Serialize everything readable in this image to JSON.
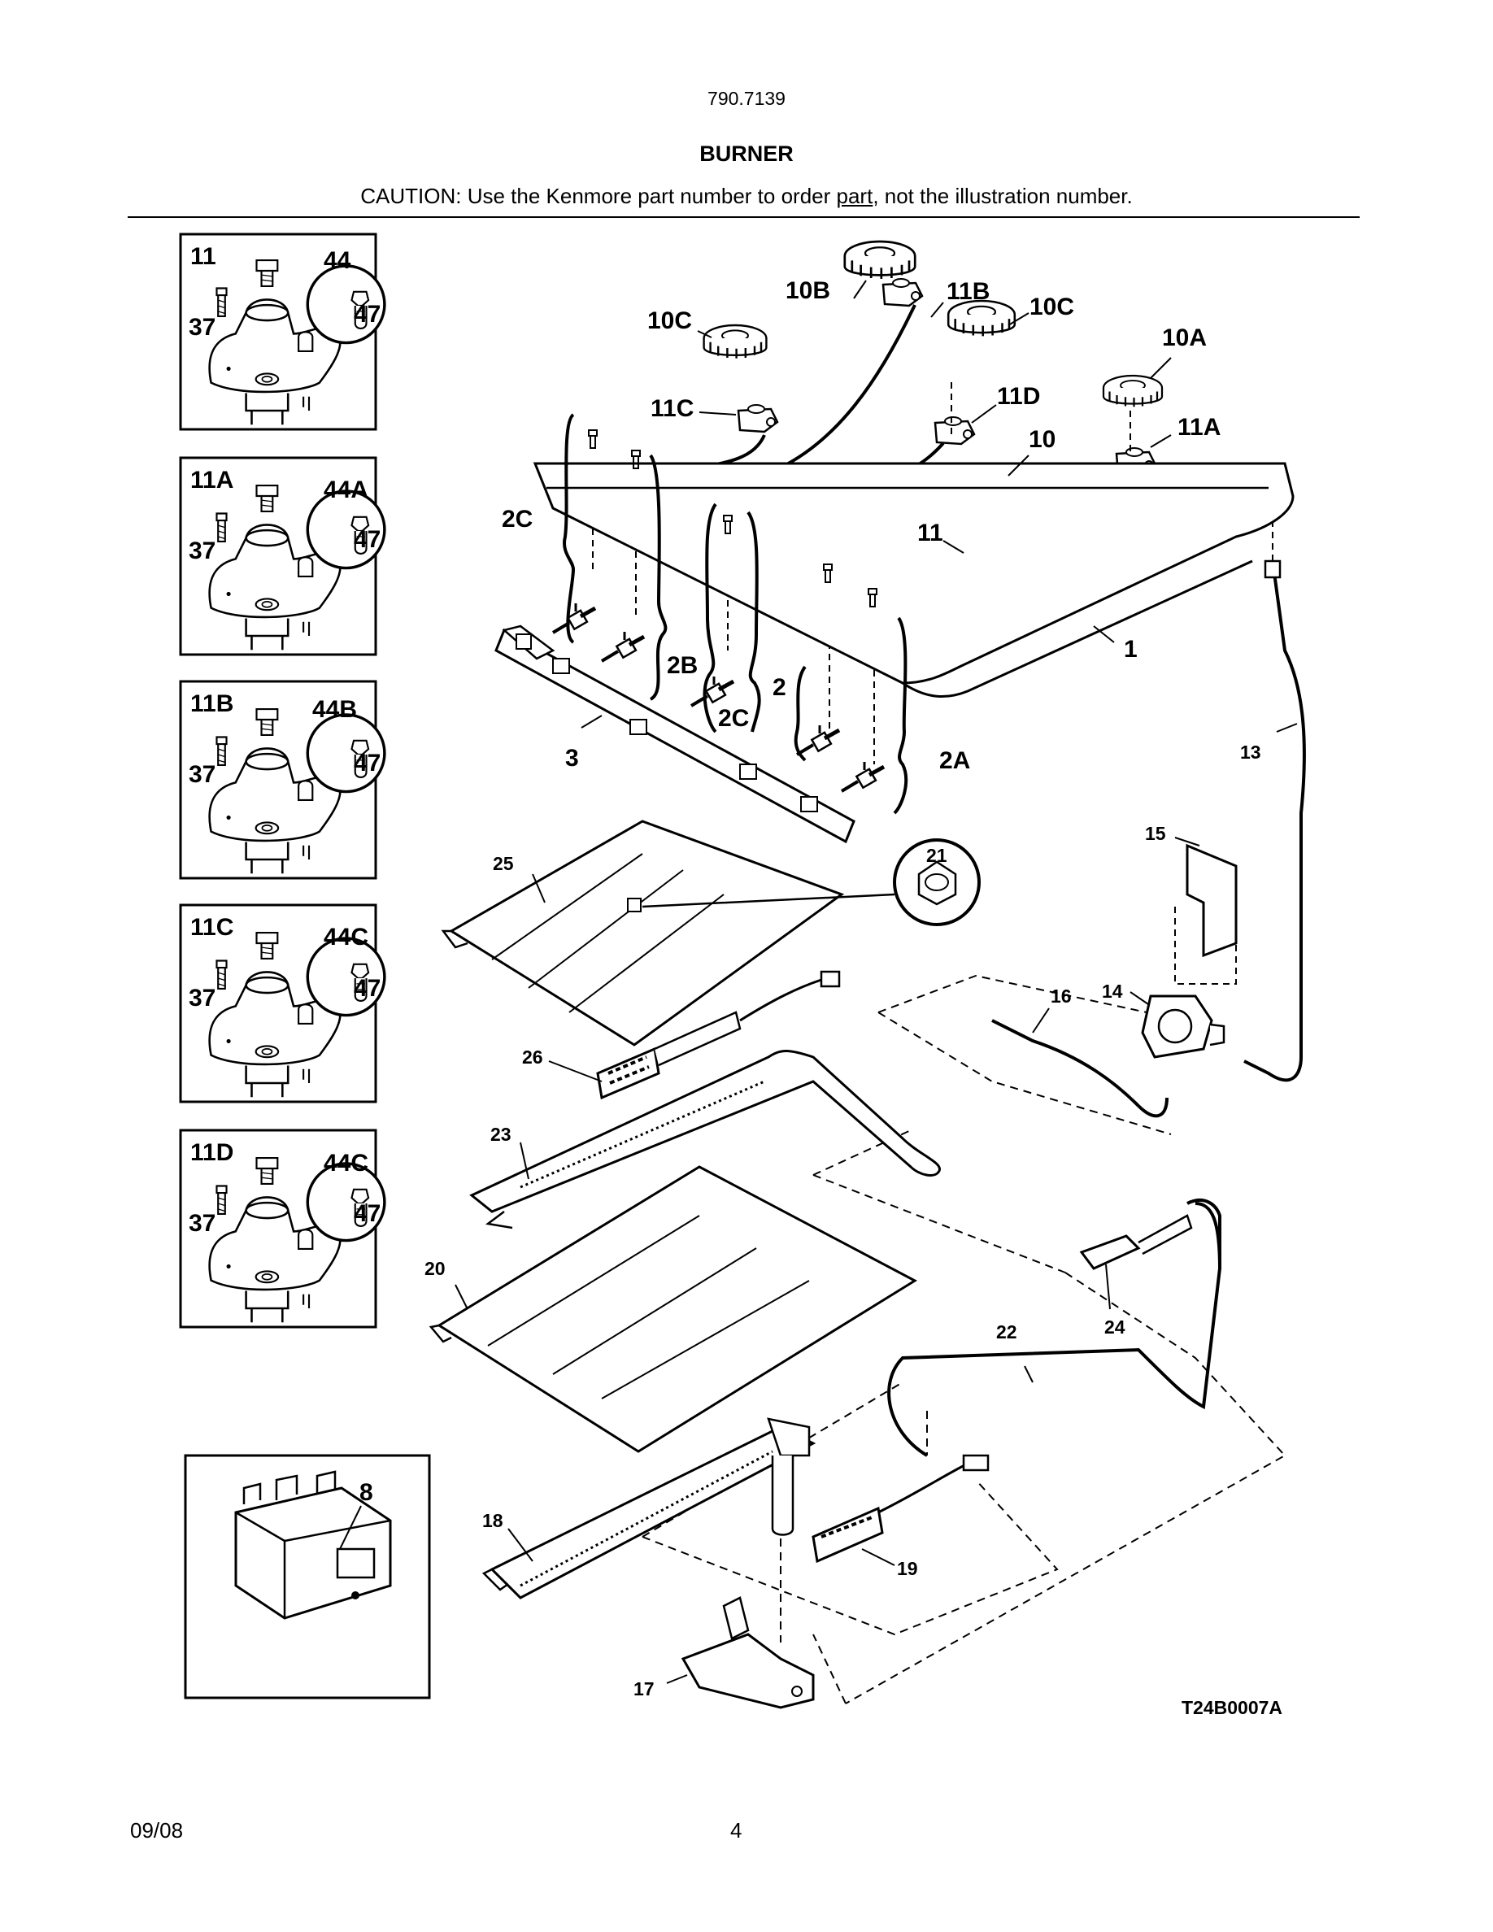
{
  "header": {
    "model": "790.7139",
    "title": "BURNER",
    "caution_prefix": "CAUTION: Use the Kenmore part number to order ",
    "caution_link": "part",
    "caution_suffix": ", not the illustration number."
  },
  "insets": [
    {
      "id": "11",
      "screw": "44",
      "bolt": "37",
      "orifice": "47"
    },
    {
      "id": "11A",
      "screw": "44A",
      "bolt": "37",
      "orifice": "47"
    },
    {
      "id": "11B",
      "screw": "44B",
      "bolt": "37",
      "orifice": "47"
    },
    {
      "id": "11C",
      "screw": "44C",
      "bolt": "37",
      "orifice": "47"
    },
    {
      "id": "11D",
      "screw": "44C",
      "bolt": "37",
      "orifice": "47"
    }
  ],
  "igniter_inset_label": "8",
  "callouts": {
    "c10B": "10B",
    "c11B": "11B",
    "c10C_top": "10C",
    "c10C_left": "10C",
    "c10A": "10A",
    "c11C": "11C",
    "c11D": "11D",
    "c10": "10",
    "c11A": "11A",
    "c2C_top": "2C",
    "c11": "11",
    "c1": "1",
    "c2B": "2B",
    "c2": "2",
    "c2C_mid": "2C",
    "c3": "3",
    "c2A": "2A",
    "c13": "13",
    "c15": "15",
    "c21": "21",
    "c25": "25",
    "c16": "16",
    "c14": "14",
    "c26": "26",
    "c23": "23",
    "c20": "20",
    "c24": "24",
    "c22": "22",
    "c18": "18",
    "c19": "19",
    "c17": "17"
  },
  "drawing_code": "T24B0007A",
  "footer": {
    "date": "09/08",
    "page": "4"
  }
}
